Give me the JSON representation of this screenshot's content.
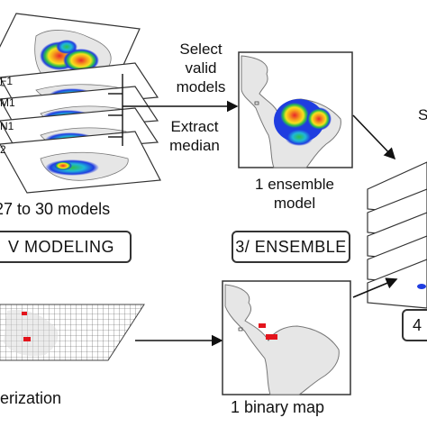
{
  "stack": {
    "layer_labels": [
      "F1",
      "M1",
      "N1",
      "2"
    ],
    "caption": "27 to 30 models"
  },
  "step_select": {
    "line1": "Select",
    "line2": "valid",
    "line3": "models"
  },
  "step_extract": {
    "line1": "Extract",
    "line2": "median"
  },
  "ensemble_map": {
    "caption_line1": "1 ensemble",
    "caption_line2": "model"
  },
  "labels": {
    "modeling": "V MODELING",
    "ensemble": "3/ ENSEMBLE",
    "rasterization": "erization",
    "binary_map": "1 binary map",
    "right_top_partial": "S",
    "right_box_partial": "4"
  },
  "colors": {
    "hot": "#e8262b",
    "mid": "#f7e21d",
    "warm": "#2fbf4a",
    "cool": "#1f3de0",
    "land": "#e6e6e6",
    "grid": "#555555",
    "presence": "#e3141c"
  }
}
